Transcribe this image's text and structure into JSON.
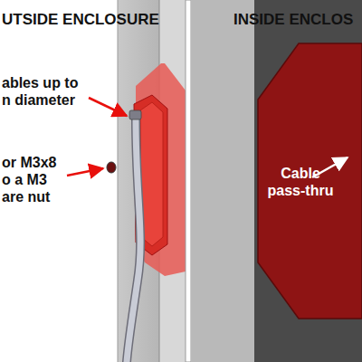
{
  "diagram": {
    "labels": [
      "UTSIDE ENCLOSURE",
      "INSIDE ENCLOS",
      "ables up to n diameter",
      "or M3x8 o a M3 are nut",
      "Cable pass-thru"
    ]
  }
}
